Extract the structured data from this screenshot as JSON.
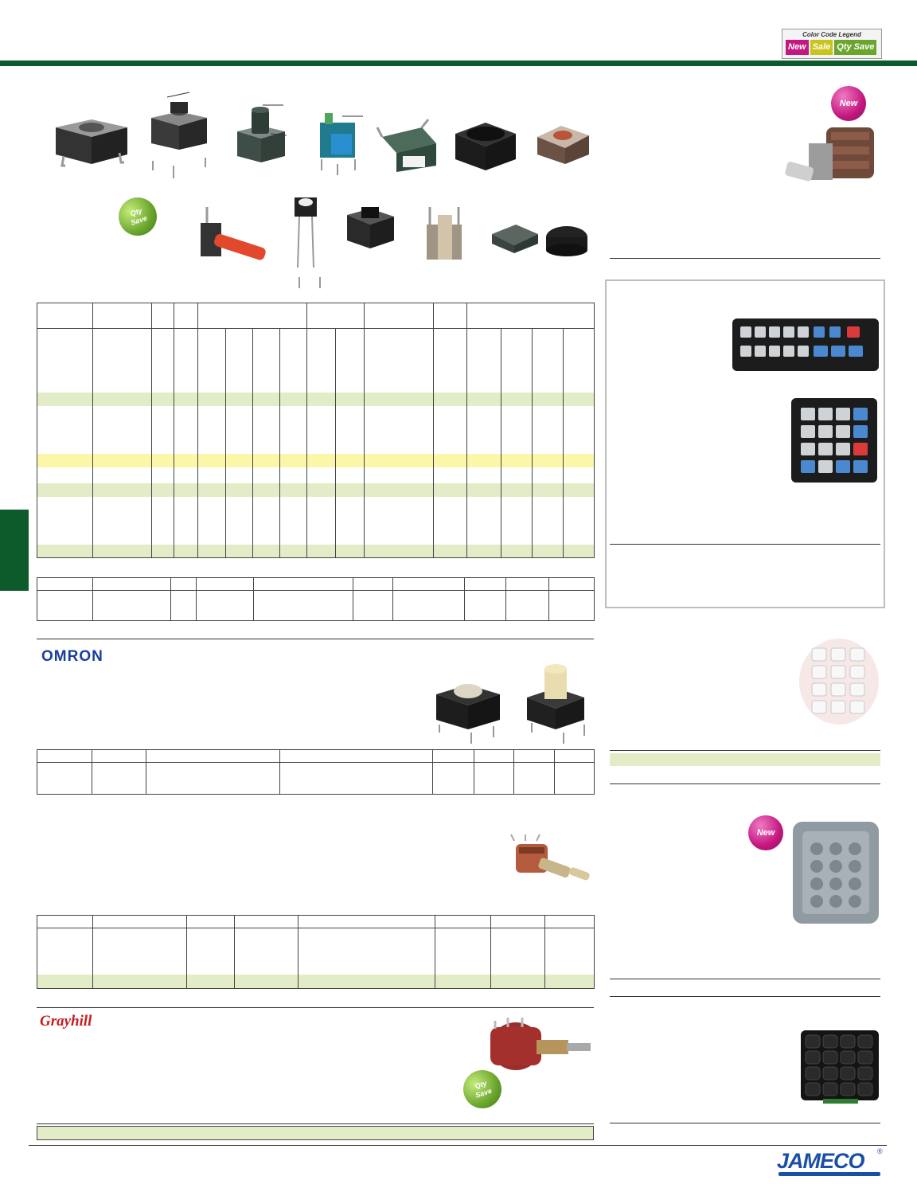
{
  "legend": {
    "title": "Color Code Legend",
    "new": "New",
    "sale": "Sale",
    "qty_save": "Qty Save"
  },
  "badges": {
    "new": "New",
    "qty_save_top": "Qty",
    "qty_save_bottom": "Save"
  },
  "brands": {
    "omron": "OMRON",
    "grayhill": "Grayhill",
    "jameco": "JAMECO",
    "registered": "®"
  },
  "colors": {
    "brand_green": "#0d5a2a",
    "row_green": "#e2ecc6",
    "row_yellow": "#fbf7a8",
    "new_pink": "#c4177f",
    "sale_yellow": "#c9c41d",
    "qty_green": "#6aa52d",
    "jameco_blue": "#1a4fa8"
  }
}
